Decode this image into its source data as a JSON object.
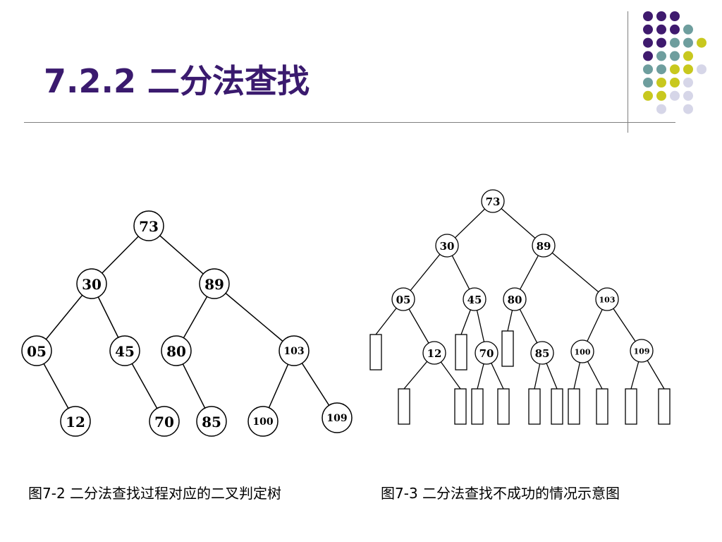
{
  "slide": {
    "title": "7.2.2  二分法查找",
    "colors": {
      "title": "#3a1a6e",
      "dot_purple": "#3f1a6e",
      "dot_teal": "#6e9e9e",
      "dot_yellow": "#c8c81e",
      "dot_lavender": "#d6d6e8"
    }
  },
  "figure_left": {
    "caption": "图7-2  二分法查找过程对应的二叉判定树",
    "nodes": [
      "73",
      "30",
      "89",
      "05",
      "45",
      "80",
      "103",
      "12",
      "70",
      "85",
      "100",
      "109"
    ]
  },
  "figure_right": {
    "caption": "图7-3  二分法查找不成功的情况示意图",
    "nodes": [
      "73",
      "30",
      "89",
      "05",
      "45",
      "80",
      "103",
      "12",
      "70",
      "85",
      "100",
      "109"
    ]
  }
}
